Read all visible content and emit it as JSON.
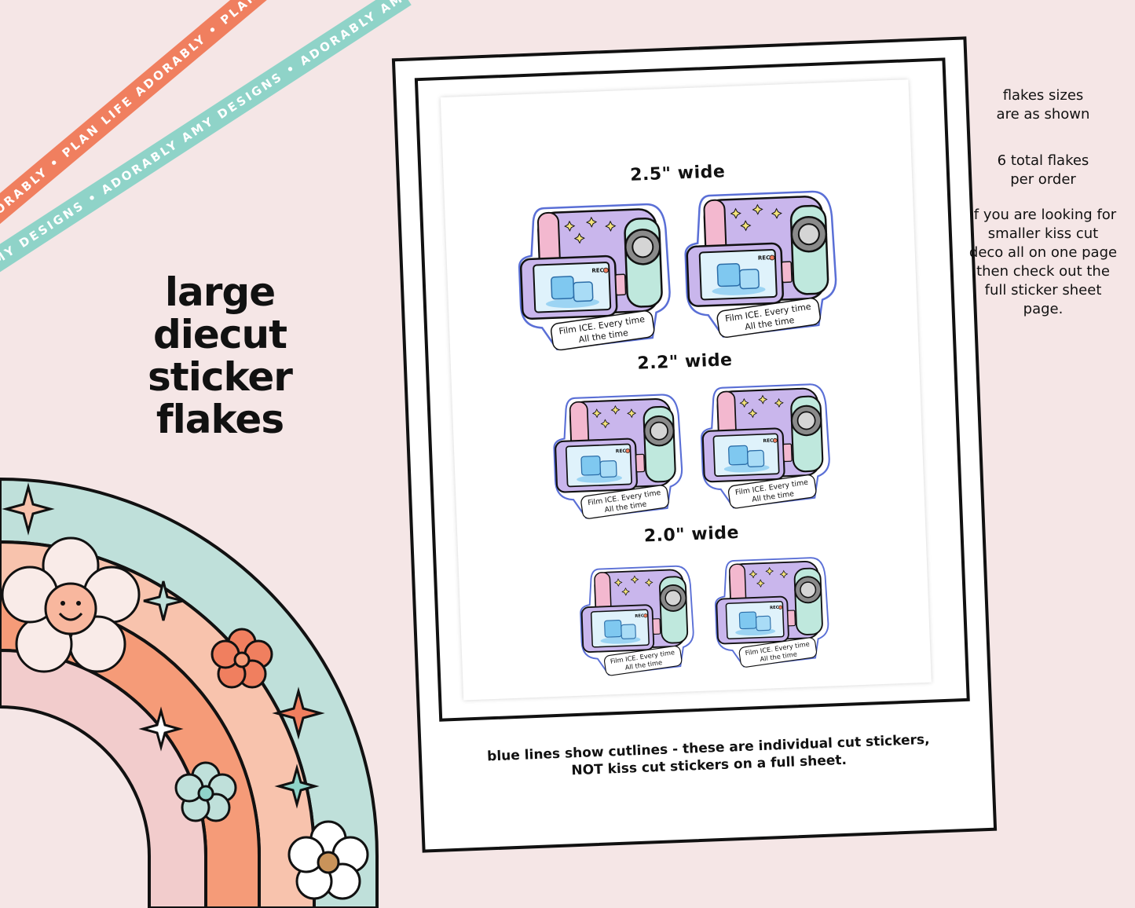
{
  "ribbons": {
    "coral_text": "PLAN LIFE ADORABLY • PLAN LIFE ADORABLY • PLAN LIFE ADORABLY •",
    "teal_text": "ADORABLY AMY DESIGNS • ADORABLY AMY DESIGNS • ADORABLY AMY DESIGNS •"
  },
  "headline": {
    "line1": "large",
    "line2": "diecut",
    "line3": "sticker flakes"
  },
  "sheet": {
    "rows": [
      {
        "size_label": "2.5\" wide"
      },
      {
        "size_label": "2.2\" wide"
      },
      {
        "size_label": "2.0\" wide"
      }
    ],
    "sticker": {
      "rec_text": "REC",
      "text_line1": "Film ICE. Every time",
      "text_line2": "All the time"
    }
  },
  "caption": {
    "line1": "blue lines show cutlines - these are individual cut stickers,",
    "line2": "NOT kiss cut stickers on a full sheet."
  },
  "side": {
    "note1a": "flakes sizes",
    "note1b": "are as shown",
    "note2a": "6 total flakes",
    "note2b": "per order",
    "note3a": "if you are looking for",
    "note3b": "smaller kiss cut",
    "note3c": "deco all on one page",
    "note3d": "then check out the",
    "note3e": "full sticker sheet",
    "note3f": "page."
  },
  "colors": {
    "background": "#f5e6e6",
    "coral": "#f07f5f",
    "teal": "#8fd3c8",
    "lavender": "#c9b6ec",
    "pink": "#f3b8cf",
    "mint": "#bfe8dd",
    "ice": "#7fc8f0"
  }
}
